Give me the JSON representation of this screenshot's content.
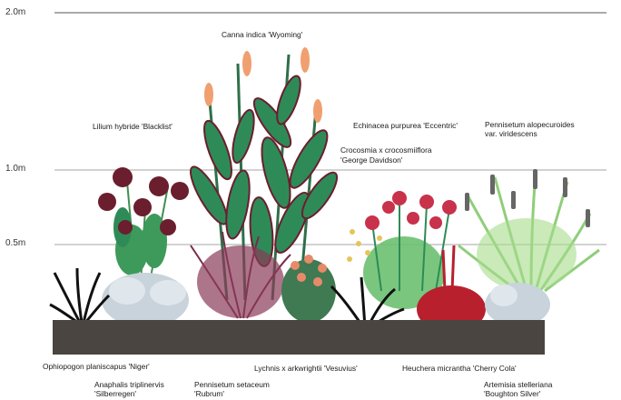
{
  "scale": {
    "top": "2.0m",
    "mid": "1.0m",
    "low": "0.5m"
  },
  "plants": {
    "canna": "Canna indica 'Wyoming'",
    "lilium": "Lilium hybride 'Blacklist'",
    "echinacea": "Echinacea purpurea 'Eccentric'",
    "pennisetum_alo_1": "Pennisetum alopecuroides",
    "pennisetum_alo_2": "var. viridescens",
    "crocosmia_1": "Crocosmia x crocosmiiflora",
    "crocosmia_2": "'George Davidson'",
    "ophiopogon": "Ophiopogon planiscapus 'Niger'",
    "anaphalis_1": "Anaphalis triplinervis",
    "anaphalis_2": "'Silberregen'",
    "pennisetum_set_1": "Pennisetum setaceum",
    "pennisetum_set_2": "'Rubrum'",
    "lychnis": "Lychnis x arkwrightii 'Vesuvius'",
    "heuchera": "Heuchera micrantha 'Cherry Cola'",
    "artemisia_1": "Artemisia stelleriana",
    "artemisia_2": "'Boughton Silver'"
  },
  "colors": {
    "soil": "#4a4540",
    "leaf_green": "#2e8b57",
    "dark_red": "#6b1e2e",
    "canna_flower": "#f0a070",
    "heuchera": "#b8202e",
    "silver": "#c9d3dc",
    "grass_green": "#8fce7a",
    "crimson": "#c8324a"
  }
}
